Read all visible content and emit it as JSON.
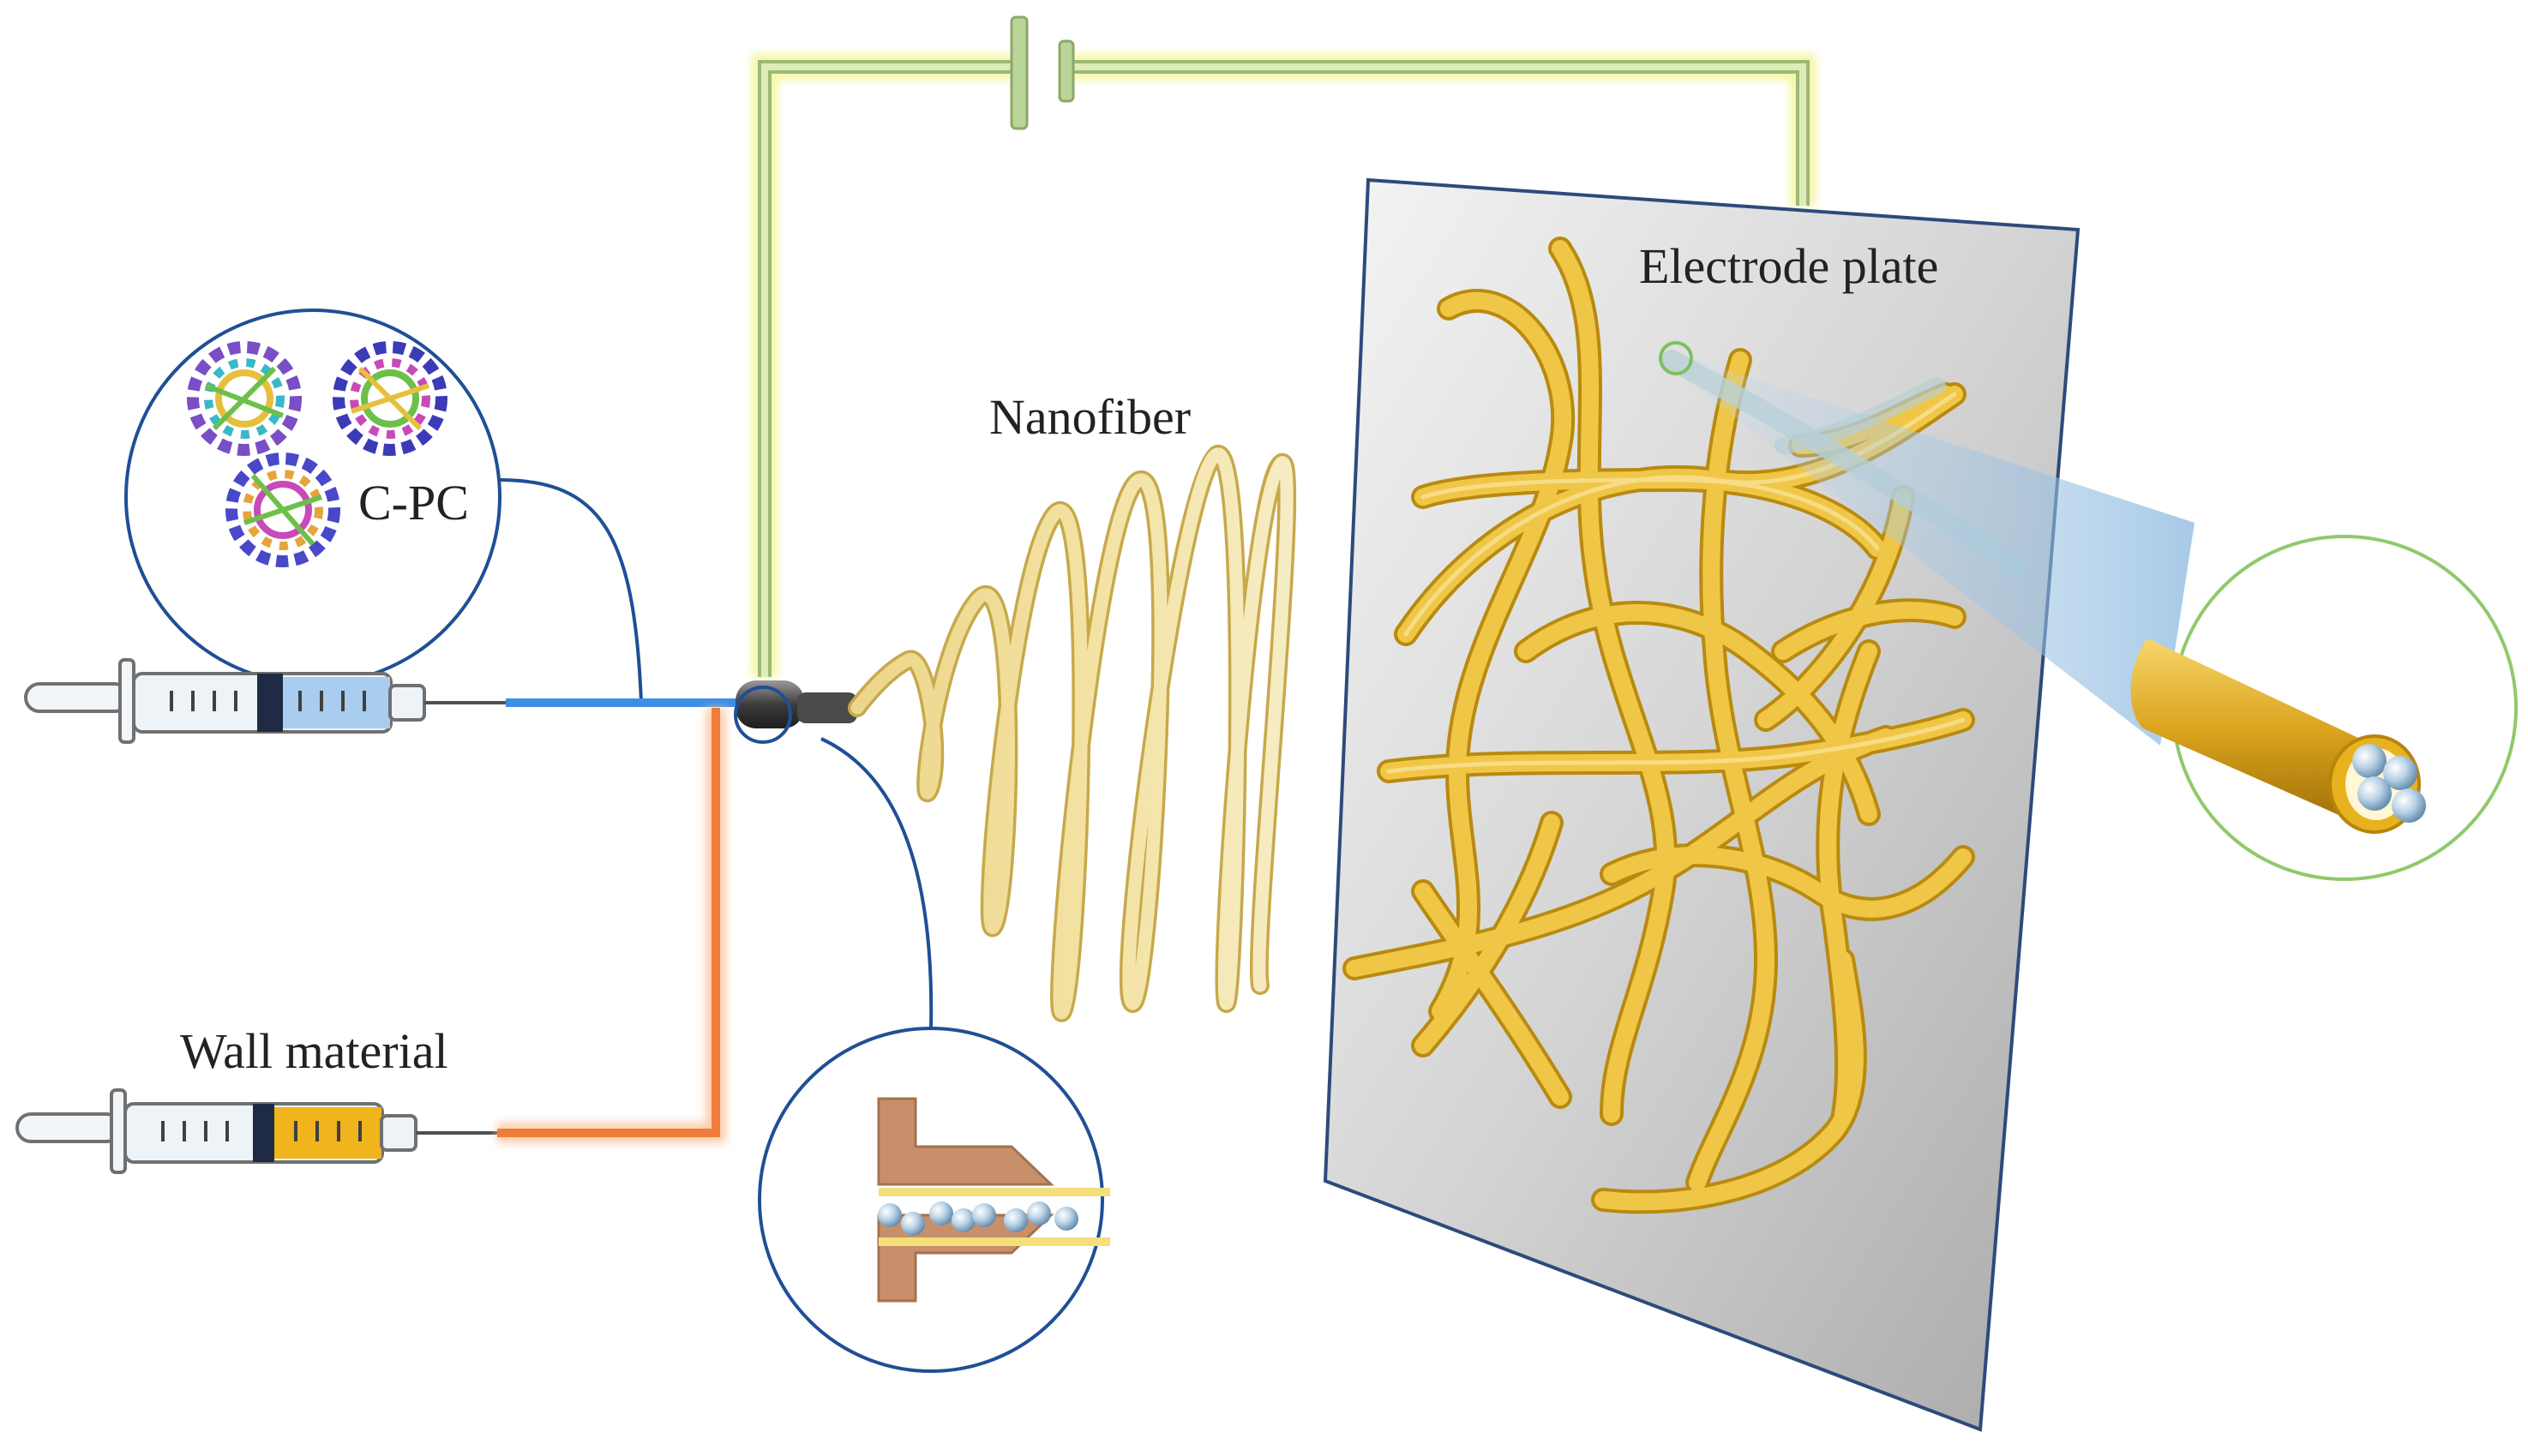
{
  "labels": {
    "cpc": "C-PC",
    "nanofiber": "Nanofiber",
    "electrode_plate": "Electrode plate",
    "wall_material": "Wall material"
  },
  "colors": {
    "wire_green": "#cfe3a8",
    "wire_yellow_glow": "#f4f59a",
    "leader_blue": "#1f4f96",
    "fluid_blue": "#3d8fe6",
    "fluid_orange": "#f07c3a",
    "fiber_gold": "#f0c647",
    "fiber_pale": "#f6e2a0",
    "plate_grey": "#bdbdbd",
    "nozzle_brown": "#c8906a",
    "zoom_green": "#8fc96c"
  }
}
